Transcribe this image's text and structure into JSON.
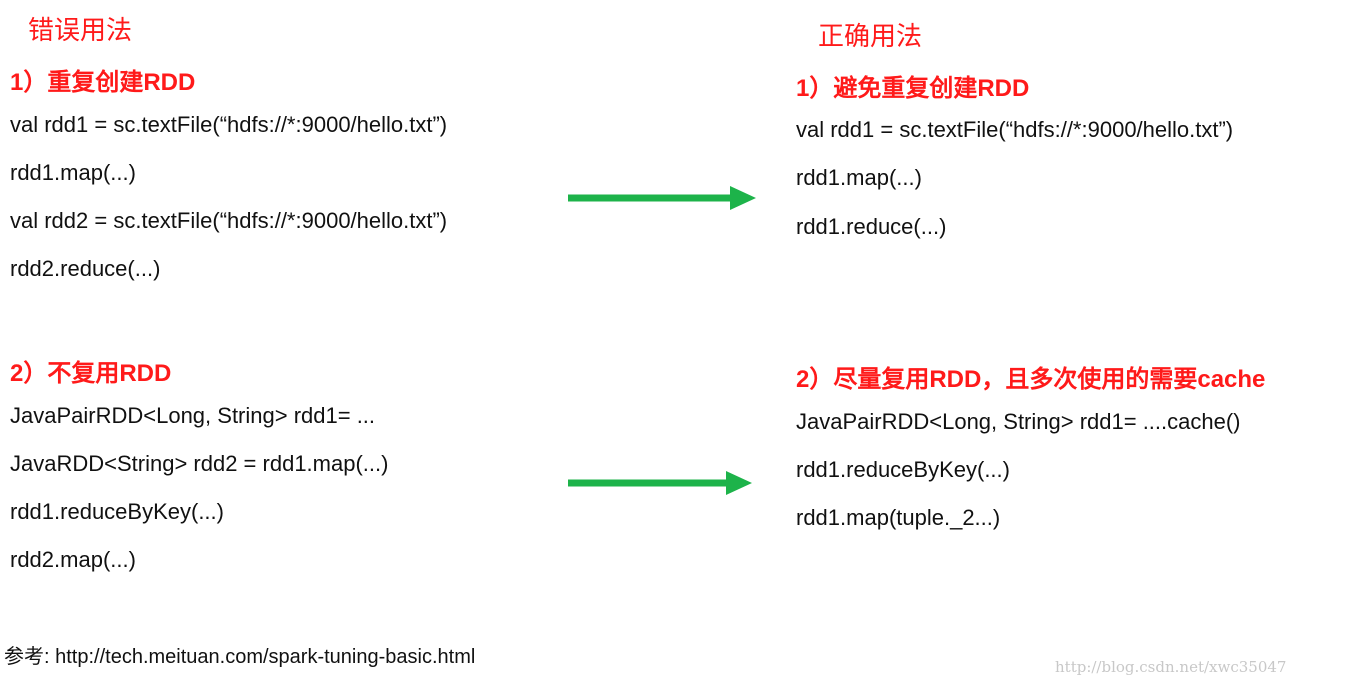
{
  "left": {
    "title": "错误用法",
    "sections": [
      {
        "heading": "1）重复创建RDD",
        "lines": [
          "val rdd1 = sc.textFile(“hdfs://*:9000/hello.txt”)",
          "rdd1.map(...)",
          "val rdd2 = sc.textFile(“hdfs://*:9000/hello.txt”)",
          "rdd2.reduce(...)"
        ]
      },
      {
        "heading": "2）不复用RDD",
        "lines": [
          "JavaPairRDD<Long, String> rdd1= ...",
          "JavaRDD<String> rdd2 = rdd1.map(...)",
          "rdd1.reduceByKey(...)",
          "rdd2.map(...)"
        ]
      }
    ]
  },
  "right": {
    "title": "正确用法",
    "sections": [
      {
        "heading": "1）避免重复创建RDD",
        "lines": [
          "val rdd1 = sc.textFile(“hdfs://*:9000/hello.txt”)",
          "rdd1.map(...)",
          "rdd1.reduce(...)"
        ]
      },
      {
        "heading": "2）尽量复用RDD，且多次使用的需要cache",
        "lines": [
          "JavaPairRDD<Long, String> rdd1= ....cache()",
          "rdd1.reduceByKey(...)",
          "rdd1.map(tuple._2...)"
        ]
      }
    ]
  },
  "reference": "参考: http://tech.meituan.com/spark-tuning-basic.html",
  "watermark": "http://blog.csdn.net/xwc35047",
  "colors": {
    "heading": "#ff1a1a",
    "arrow": "#1db34a",
    "text": "#111111",
    "watermark": "#c8c8c8"
  }
}
